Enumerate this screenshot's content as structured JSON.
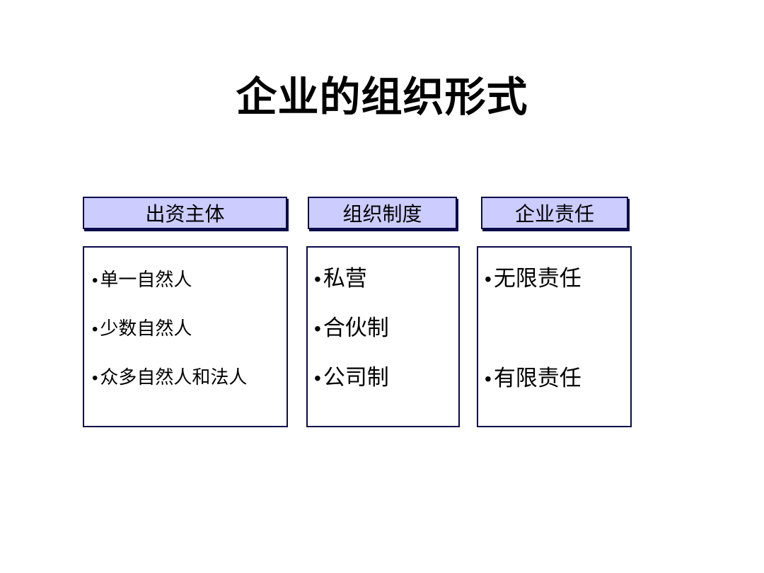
{
  "slide": {
    "title": "企业的组织形式",
    "bullet_char": "•",
    "columns": [
      {
        "header": "出资主体",
        "items": [
          "单一自然人",
          "少数自然人",
          "众多自然人和法人"
        ]
      },
      {
        "header": "组织制度",
        "items": [
          "私营",
          "合伙制",
          "公司制"
        ]
      },
      {
        "header": "企业责任",
        "items": [
          "无限责任",
          "有限责任"
        ]
      }
    ],
    "colors": {
      "header_fill": "#ccccff",
      "border": "#0b0b4a",
      "title_color": "#000000",
      "background": "#ffffff"
    }
  }
}
